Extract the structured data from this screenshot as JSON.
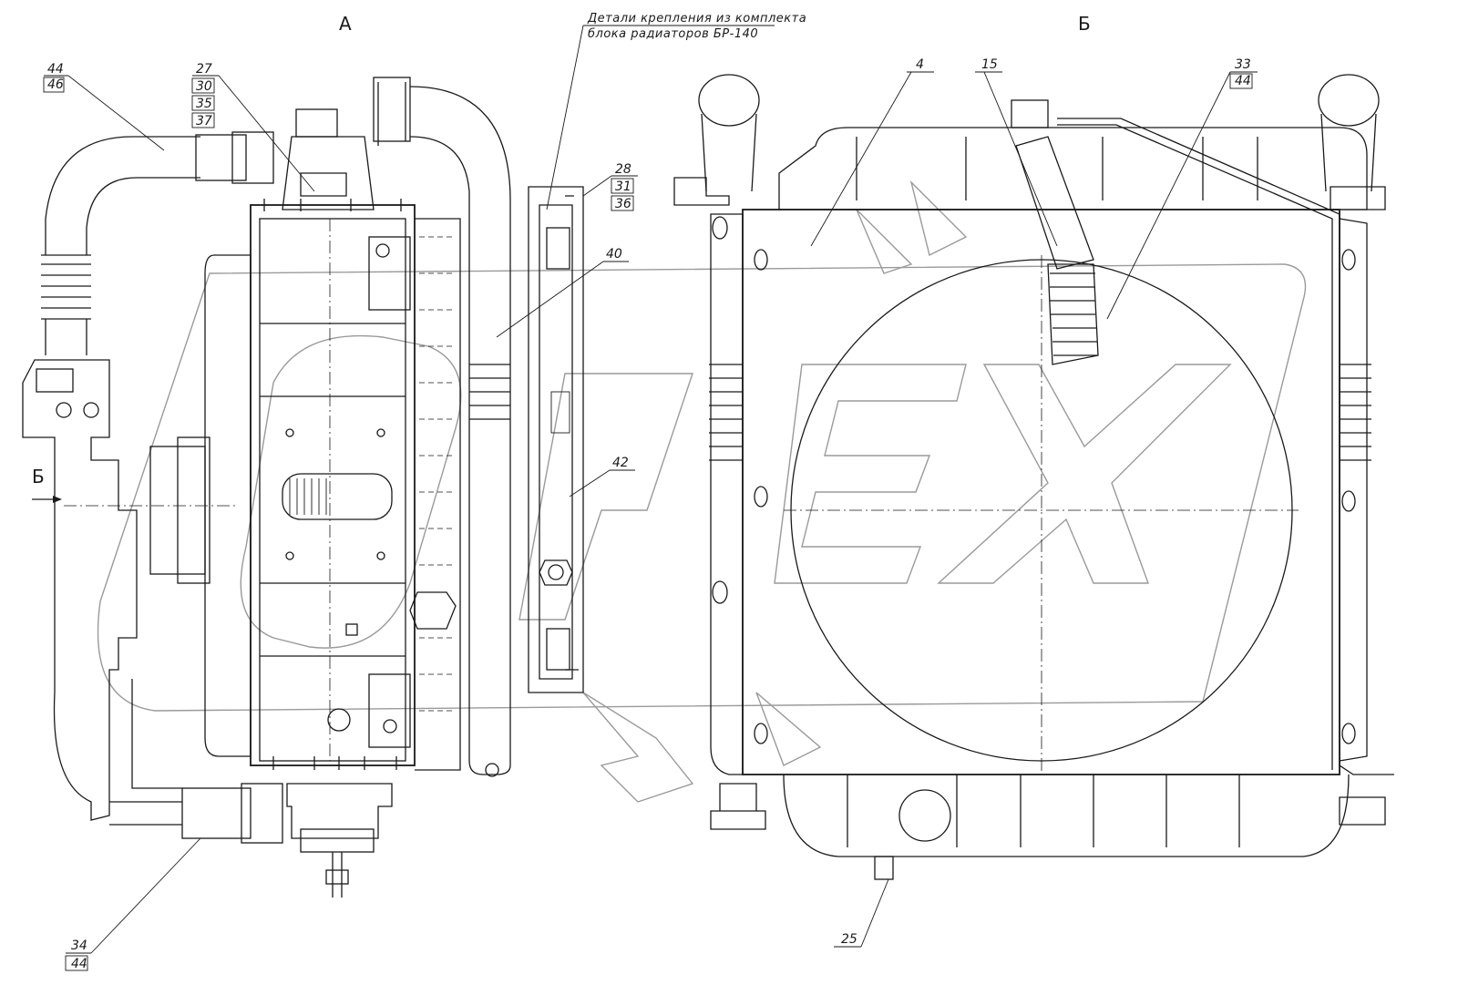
{
  "views": {
    "view_a": "А",
    "view_b": "Б",
    "arrow_b": "Б"
  },
  "note": {
    "line1": "Детали крепления из комплекта",
    "line2": "блока радиаторов БР-140"
  },
  "callouts": {
    "c44_46": [
      "44",
      "46"
    ],
    "c27": [
      "27",
      "30",
      "35",
      "37"
    ],
    "c28": [
      "28",
      "31",
      "36"
    ],
    "c40": "40",
    "c42": "42",
    "c34_44": [
      "34",
      "44"
    ],
    "c4": "4",
    "c15": "15",
    "c33_44": [
      "33",
      "44"
    ],
    "c25": "25"
  },
  "watermark": {
    "text": "OPEX"
  }
}
